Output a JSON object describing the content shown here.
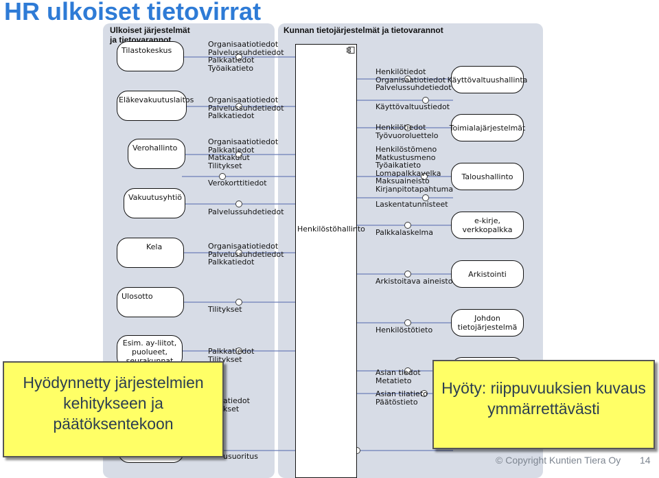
{
  "title": "HR ulkoiset tietovirrat",
  "left_panel_title": "Ulkoiset järjestelmät ja tietovarannot",
  "right_panel_title": "Kunnan tietojärjestelmät ja tietovarannot",
  "center_system": "Henkilöstöhallinto",
  "external_systems": [
    "Tilastokeskus",
    "Eläkevakuutuslaitos",
    "Verohallinto",
    "Vakuutusyhtiö",
    "Kela",
    "Ulosotto",
    "Esim. ay-liitot, puolueet, seurakunnat"
  ],
  "internal_systems": [
    "Käyttövaltuushallinta",
    "Toimialajärjestelmät",
    "Taloushallinto",
    "e-kirje, verkkopalkka",
    "Arkistointi",
    "Johdon tietojärjestelmä"
  ],
  "left_flows": [
    [
      "Organisaatiotiedot",
      "Palvelussuhdetiedot",
      "Palkkatiedot",
      "Työaikatieto"
    ],
    [
      "Organisaatiotiedot",
      "Palvelussuhdetiedot",
      "Palkkatiedot"
    ],
    [
      "Organisaatiotiedot",
      "Palkkatiedot",
      "Matkakulut",
      "Tilitykset"
    ],
    [
      "Verokorttitiedot"
    ],
    [
      "Palvelussuhdetiedot"
    ],
    [
      "Organisaatiotiedot",
      "Palvelussuhdetiedot",
      "Palkkatiedot"
    ],
    [
      "Tilitykset"
    ],
    [
      "Palkkatiedot",
      "Tilitykset"
    ],
    [
      "atiedot",
      "kset"
    ],
    [
      "usuoritus"
    ]
  ],
  "right_flows": [
    [
      "Henkilötiedot",
      "Organisaatiotiedot",
      "Palvelussuhdetiedot"
    ],
    [
      "Käyttövaltuustiedot"
    ],
    [
      "Henkilötiedot",
      "Työvuoroluettelo"
    ],
    [
      "Henkilöstömeno",
      "Matkustusmeno",
      "Työaikatieto",
      "Lomapalkkavelka",
      "Maksuaineisto",
      "Kirjanpitotapahtuma"
    ],
    [
      "Laskentatunnisteet"
    ],
    [
      "Palkkalaskelma"
    ],
    [
      "Arkistoitava aineisto"
    ],
    [
      "Henkilöstötieto"
    ],
    [
      "Asian tiedot",
      "Metatieto"
    ],
    [
      "Asian tilatieto",
      "Päätöstieto"
    ]
  ],
  "callouts": {
    "left": "Hyödynnetty järjestelmien kehitykseen ja päätöksentekoon",
    "right": "Hyöty: riippuvuuksien kuvaus ymmärrettävästi"
  },
  "footer": {
    "copyright": "© Copyright Kuntien Tiera Oy",
    "page": "14"
  },
  "colors": {
    "title": "#2E7BD6",
    "panel": "#D7DCE6",
    "callout": "#FFFF66",
    "footer": "#7d8590"
  }
}
